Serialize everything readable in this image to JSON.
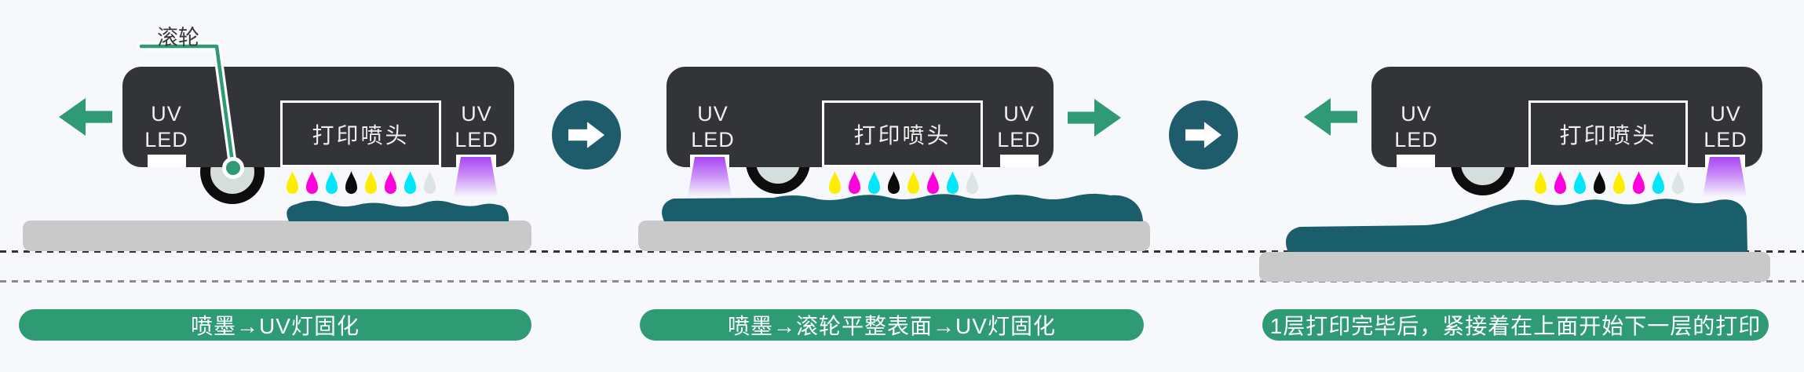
{
  "colors": {
    "background": "#f7f8fb",
    "head": "#333437",
    "platform": "#c9c9c9",
    "layer": "#1a5e6c",
    "green": "#2e9b74",
    "flow_circle": "#1e5c6b",
    "beam_top": "#a845f4",
    "dashed_line_1": "#333333",
    "dashed_line_2": "#8b8b8b",
    "callout_text": "#3a3a3a"
  },
  "ink_droplet_colors": [
    "#fdee00",
    "#ff00dd",
    "#00e6fa",
    "#0a0a0a",
    "#fdee00",
    "#ff00dd",
    "#00e6fa",
    "#dce4e4"
  ],
  "head": {
    "uv_line1": "UV",
    "uv_line2": "LED",
    "nozzle_label": "打印喷头"
  },
  "callout": {
    "roller_label": "滚轮"
  },
  "icons": {
    "flow_next": "circle-arrow-right",
    "carriage_direction_left": "arrow-left",
    "carriage_direction_right": "arrow-right"
  },
  "stages": [
    {
      "caption": "喷墨→UV灯固化"
    },
    {
      "caption": "喷墨→滚轮平整表面→UV灯固化"
    },
    {
      "caption": "1层打印完毕后，紧接着在上面开始下一层的打印"
    }
  ]
}
